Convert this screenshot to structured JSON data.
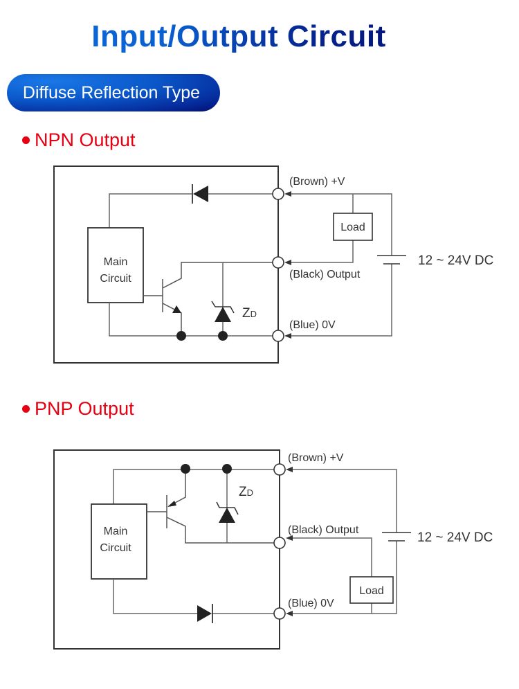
{
  "page": {
    "title": "Input/Output Circuit",
    "badge": "Diffuse Reflection Type"
  },
  "colors": {
    "title_start": "#0a6ee0",
    "title_end": "#020a6a",
    "section_red": "#e60012",
    "wire": "#666666",
    "outline": "#333333"
  },
  "npn": {
    "heading": "NPN Output",
    "main_circuit": [
      "Main",
      "Circuit"
    ],
    "zener_label": "Z",
    "zener_sub": "D",
    "terminals": {
      "brown": "(Brown) +V",
      "black": "(Black) Output",
      "blue": "(Blue) 0V"
    },
    "load": "Load",
    "supply": "12 ~ 24V DC"
  },
  "pnp": {
    "heading": "PNP Output",
    "main_circuit": [
      "Main",
      "Circuit"
    ],
    "zener_label": "Z",
    "zener_sub": "D",
    "terminals": {
      "brown": "(Brown) +V",
      "black": "(Black) Output",
      "blue": "(Blue) 0V"
    },
    "load": "Load",
    "supply": "12 ~ 24V DC"
  }
}
